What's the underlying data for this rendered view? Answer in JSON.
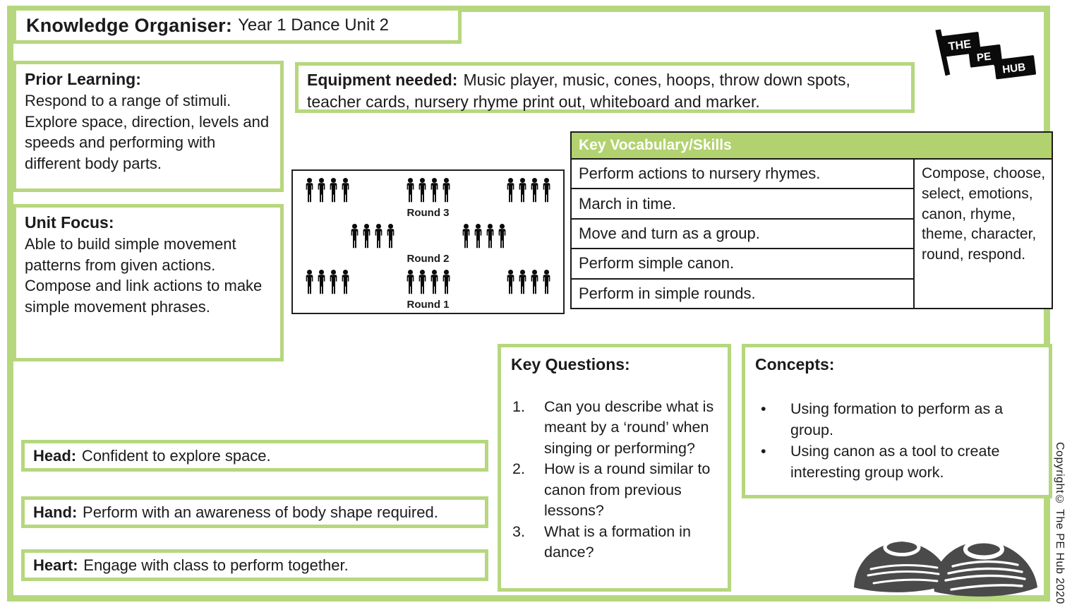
{
  "page": {
    "title_bold": "Knowledge Organiser:",
    "title_rest": "Year 1 Dance Unit 2",
    "copyright": "Copyright© The PE Hub 2020"
  },
  "logo": {
    "flags": [
      "THE",
      "PE",
      "HUB"
    ]
  },
  "prior_learning": {
    "heading": "Prior Learning:",
    "body": "Respond to a range of stimuli. Explore space, direction, levels and speeds and performing with different body parts."
  },
  "unit_focus": {
    "heading": "Unit Focus:",
    "body": "Able to build simple movement patterns from given actions. Compose and link actions to make simple movement phrases."
  },
  "equipment": {
    "heading": "Equipment needed:",
    "body": "Music player, music, cones, hoops, throw down spots, teacher cards, nursery rhyme print out, whiteboard and marker."
  },
  "formation_diagram": {
    "people_per_group": 4,
    "rows": [
      {
        "groups": 3,
        "label": "Round 3"
      },
      {
        "groups": 2,
        "label": "Round 2"
      },
      {
        "groups": 3,
        "label": "Round 1"
      }
    ]
  },
  "vocabulary": {
    "header": "Key Vocabulary/Skills",
    "skills": [
      "Perform actions to nursery rhymes.",
      "March in time.",
      "Move and turn as a group.",
      "Perform simple canon.",
      "Perform in simple rounds."
    ],
    "vocab_list": "Compose, choose, select, emotions, canon, rhyme, theme, character, round, respond."
  },
  "key_questions": {
    "heading": "Key Questions:",
    "items": [
      "Can you describe what is meant by a ‘round’ when singing or performing?",
      "How is a round similar to canon from previous lessons?",
      "What is a formation in dance?"
    ]
  },
  "concepts": {
    "heading": "Concepts:",
    "items": [
      "Using formation to perform as a group.",
      "Using canon as a tool to create interesting group work."
    ]
  },
  "head": {
    "label": "Head:",
    "text": "Confident to explore space."
  },
  "hand": {
    "label": "Hand:",
    "text": "Perform with an awareness of body shape required."
  },
  "heart": {
    "label": "Heart:",
    "text": "Engage with class to perform together."
  },
  "colors": {
    "green_border": "#b6d77e",
    "table_header_green": "#b1d26f",
    "hoops_gray": "#4a4a4a",
    "ink": "#1b1b1b"
  }
}
